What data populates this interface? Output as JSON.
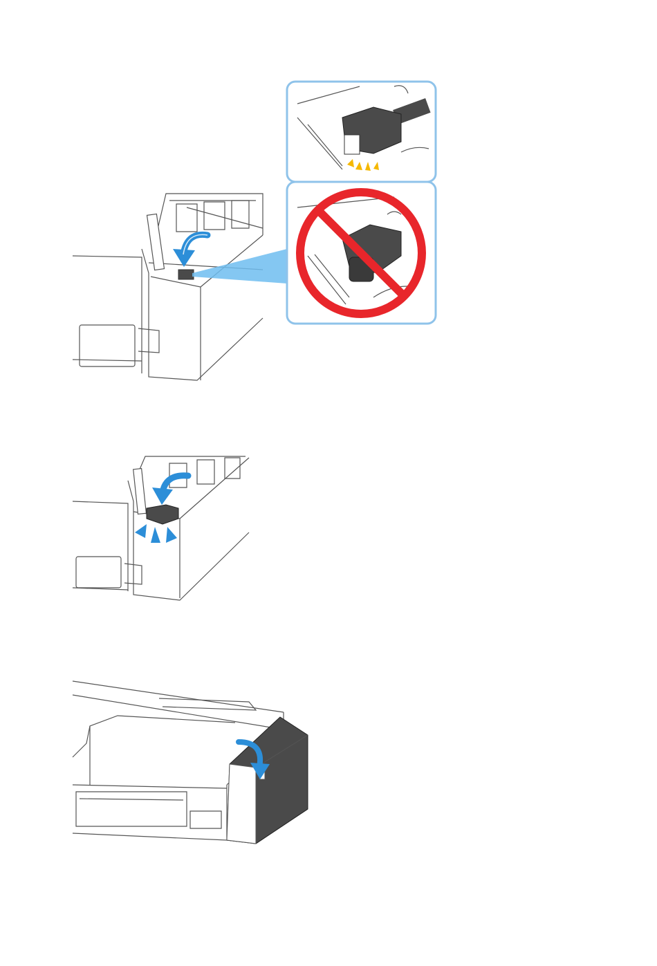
{
  "figures": [
    {
      "id": "step-close-cap",
      "panels": [
        "cap-closed-correct",
        "cap-not-closed-incorrect"
      ],
      "icons": [
        "curved-arrow-down-icon",
        "callout-beam",
        "prohibited-icon",
        "click-burst-icon"
      ],
      "colors": {
        "accent": "#2c8ed8",
        "panel_border": "#8fc3ea",
        "prohibited": "#e8262b",
        "burst": "#f5b800",
        "cap": "#4a4a4a"
      }
    },
    {
      "id": "step-press-cap",
      "icons": [
        "curved-arrow-down-icon",
        "press-arrows-icon"
      ],
      "colors": {
        "accent": "#2c8ed8",
        "cap": "#4a4a4a"
      }
    },
    {
      "id": "step-close-cover",
      "icons": [
        "curved-arrow-down-icon"
      ],
      "colors": {
        "accent": "#2c8ed8",
        "cover": "#4a4a4a"
      }
    }
  ]
}
